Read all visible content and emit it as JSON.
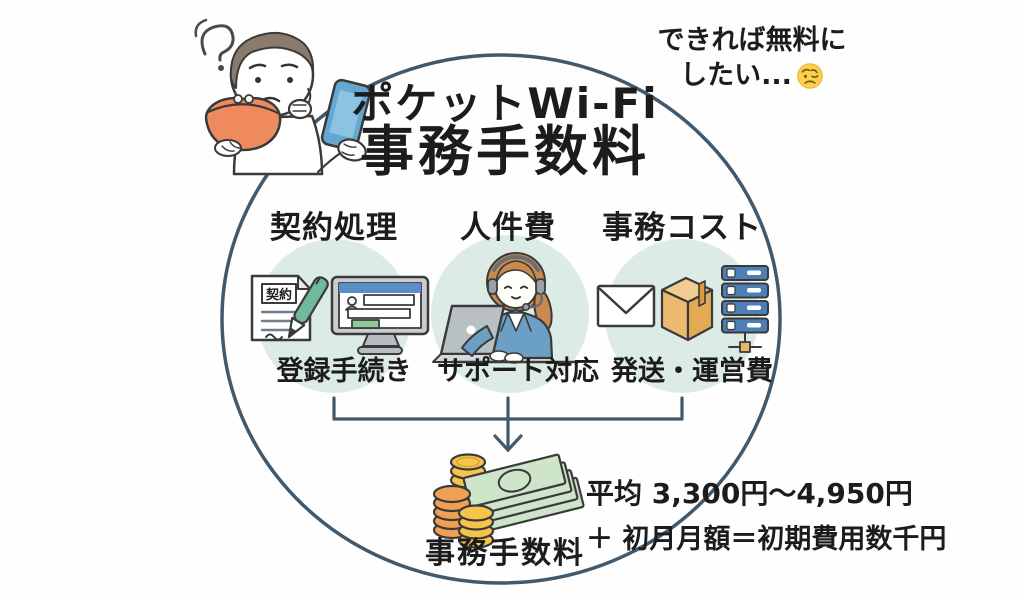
{
  "header": {
    "title_line1": "ポケットWi-Fi",
    "title_line2": "事務手数料",
    "thought_line1": "できれば無料に",
    "thought_line2": "したい...",
    "thought_emoji": "worried-face"
  },
  "columns": [
    {
      "heading": "契約処理",
      "caption": "登録手続き",
      "doc_label": "契約",
      "icons": [
        "contract-document-icon",
        "pen-icon",
        "registration-monitor-icon"
      ]
    },
    {
      "heading": "人件費",
      "caption": "サポート対応",
      "icons": [
        "support-agent-icon",
        "headset-icon",
        "laptop-icon"
      ]
    },
    {
      "heading": "事務コスト",
      "caption": "発送・運営費",
      "icons": [
        "envelope-icon",
        "package-box-icon",
        "server-icon"
      ]
    }
  ],
  "result": {
    "label": "事務手数料",
    "price": "平均 3,300円〜4,950円",
    "note": "＋ 初月月額＝初期費用数千円",
    "icons": [
      "coin-stacks-icon",
      "banknotes-icon"
    ]
  },
  "illustration": {
    "person": "confused-person-with-phone-and-purse"
  },
  "colors": {
    "outline": "#3a3a3a",
    "circle_stroke": "#41596d",
    "column_circle_bg": "#dcebe6",
    "accent_blue": "#5a8fc5",
    "button_green": "#93c897",
    "pen_teal": "#72b89d",
    "coin_gold": "#f6c44a",
    "coin_orange": "#f0a053",
    "bill_green": "#cfe5c9",
    "box_tan": "#ecba6e",
    "server_blue": "#4c7fb5",
    "purse_orange": "#ef8a5e",
    "phone_blue": "#64a7cf",
    "suit_blue": "#6b9fc4"
  }
}
